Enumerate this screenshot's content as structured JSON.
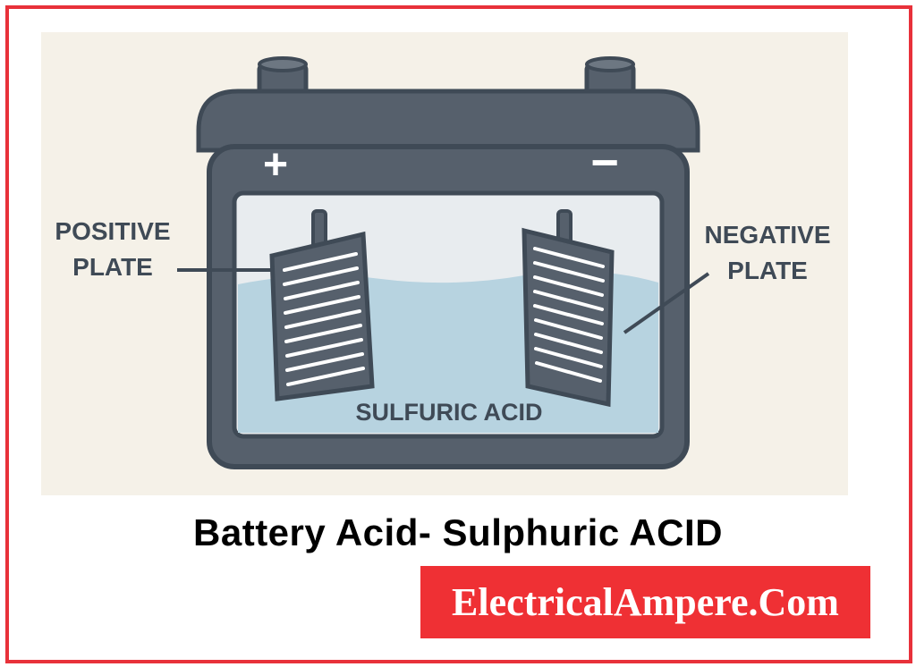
{
  "colors": {
    "border": "#e8313a",
    "panel_bg": "#f5f1e8",
    "battery_body": "#56606c",
    "battery_outline": "#3f4a56",
    "acid": "#b7d3e0",
    "brand_bg": "#ef3034"
  },
  "diagram": {
    "positive_terminal_symbol": "+",
    "negative_terminal_symbol": "−",
    "positive_plate_label_line1": "POSITIVE",
    "positive_plate_label_line2": "PLATE",
    "negative_plate_label_line1": "NEGATIVE",
    "negative_plate_label_line2": "PLATE",
    "electrolyte_label": "SULFURIC ACID"
  },
  "caption": "Battery Acid- Sulphuric ACID",
  "brand": "ElectricalAmpere.Com"
}
